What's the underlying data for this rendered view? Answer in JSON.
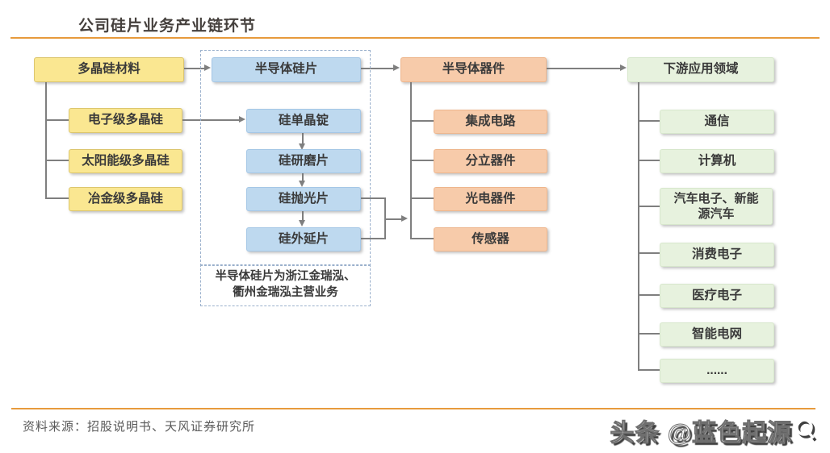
{
  "header": {
    "title": "公司硅片业务产业链环节"
  },
  "footer": {
    "source": "资料来源：招股说明书、天风证券研究所",
    "watermark_text": "头条 @蓝色起源"
  },
  "diagram": {
    "polysilicon": {
      "header": "多晶硅材料",
      "items": [
        "电子级多晶硅",
        "太阳能级多晶硅",
        "冶金级多晶硅"
      ]
    },
    "wafer": {
      "header": "半导体硅片",
      "items": [
        "硅单晶锭",
        "硅研磨片",
        "硅抛光片",
        "硅外延片"
      ],
      "note": [
        "半导体硅片为浙江金瑞泓、",
        "衢州金瑞泓主营业务"
      ]
    },
    "devices": {
      "header": "半导体器件",
      "items": [
        "集成电路",
        "分立器件",
        "光电器件",
        "传感器"
      ]
    },
    "applications": {
      "header": "下游应用领域",
      "items": [
        "通信",
        "计算机",
        "汽车电子、新能源汽车",
        "消费电子",
        "医疗电子",
        "智能电网",
        "......"
      ]
    }
  },
  "colors": {
    "accent_line": "#e79a3c",
    "yellow": "#fae791",
    "blue": "#bed9ef",
    "orange": "#f7cbaa",
    "green": "#e7f2de",
    "connector": "#7f7f7f",
    "dashed_border": "#9ab0cc"
  }
}
